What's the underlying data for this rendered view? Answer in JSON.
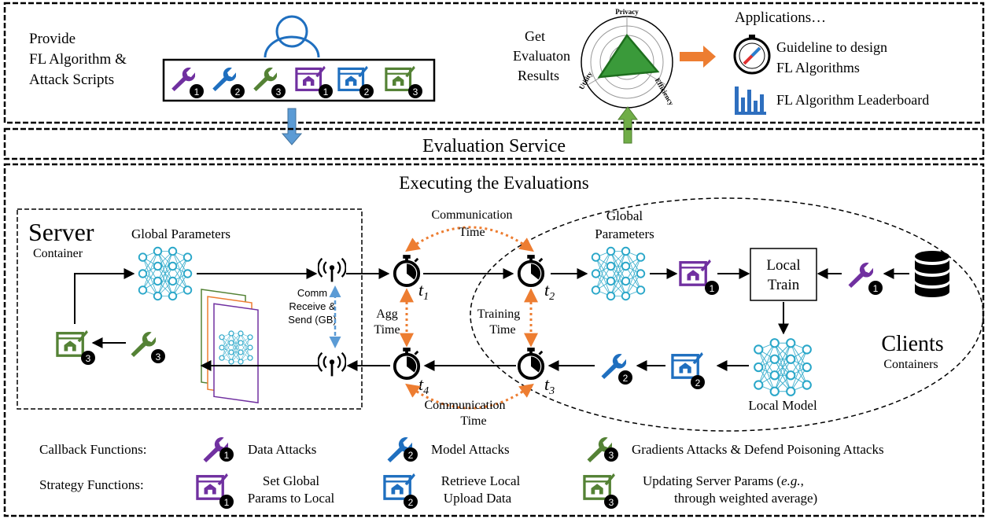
{
  "provider": {
    "lines": [
      "Provide",
      "FL Algorithm &",
      "Attack Scripts"
    ]
  },
  "results": {
    "lines": [
      "Get",
      "Evaluaton",
      "Results"
    ],
    "radar_axes": [
      "Privacy",
      "Efficiency",
      "Utility"
    ]
  },
  "applications": {
    "title": "Applications…",
    "guideline_lines": [
      "Guideline to design",
      "FL Algorithms"
    ],
    "leaderboard": "FL Algorithm Leaderboard"
  },
  "service_label": "Evaluation Service",
  "exec_title": "Executing the Evaluations",
  "server": {
    "title": "Server",
    "subtitle": "Container",
    "global_params": "Global Parameters",
    "comm_lines": [
      "Comm",
      "Receive &",
      "Send (GB)"
    ]
  },
  "timing": {
    "comm_time_top": [
      "Communication",
      "Time"
    ],
    "comm_time_bottom": [
      "Communication",
      "Time"
    ],
    "agg_time": [
      "Agg",
      "Time"
    ],
    "training_time": [
      "Training",
      "Time"
    ],
    "t1": "t",
    "t2": "t",
    "t3": "t",
    "t4": "t",
    "s1": "1",
    "s2": "2",
    "s3": "3",
    "s4": "4"
  },
  "clients": {
    "global_params": [
      "Global",
      "Parameters"
    ],
    "local_train": [
      "Local",
      "Train"
    ],
    "local_model": "Local Model",
    "title": "Clients",
    "subtitle": "Containers"
  },
  "legend": {
    "callback_label": "Callback Functions:",
    "strategy_label": "Strategy Functions:",
    "cb1": "Data Attacks",
    "cb2": "Model Attacks",
    "cb3": "Gradients Attacks & Defend Poisoning Attacks",
    "st1": [
      "Set Global",
      "Params to Local"
    ],
    "st2": [
      "Retrieve Local",
      "Upload Data"
    ],
    "st3a_pre": "Updating Server Params (",
    "st3a_eg": "e.g.",
    "st3a_post": ",",
    "st3b": "through weighted average)"
  },
  "badges": [
    "1",
    "2",
    "3"
  ],
  "colors": {
    "purple": "#7030a0",
    "blue": "#1f6fbf",
    "green": "#548235",
    "orange": "#ed7d31",
    "net_node": "#2aa7c9",
    "radar_fill": "#3a9a3a"
  },
  "icons": [
    "user-icon",
    "wrench-icon",
    "blueprint-icon",
    "radar-chart-icon",
    "compass-icon",
    "bar-chart-icon",
    "antenna-icon",
    "stopwatch-icon",
    "neural-network-icon",
    "database-icon"
  ]
}
